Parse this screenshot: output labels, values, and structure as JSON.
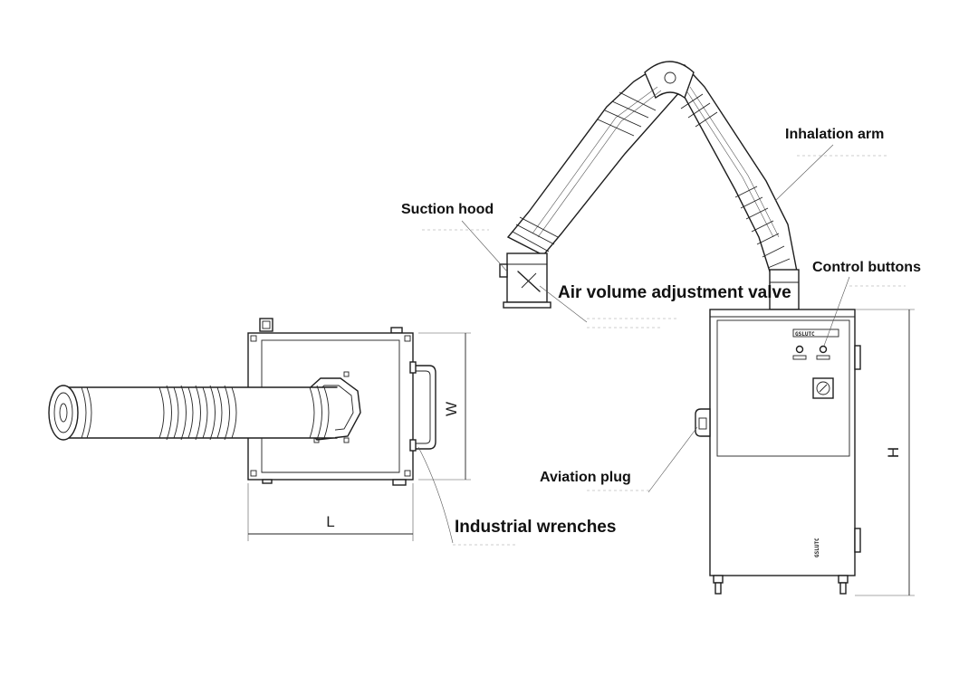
{
  "labels": {
    "inhalation_arm": "Inhalation arm",
    "suction_hood": "Suction hood",
    "air_volume_valve": "Air volume adjustment valve",
    "control_buttons": "Control buttons",
    "aviation_plug": "Aviation plug",
    "industrial_wrenches": "Industrial wrenches"
  },
  "dimensions": {
    "length": "L",
    "width": "W",
    "height": "H"
  },
  "colors": {
    "line": "#1e1e1e",
    "background": "#ffffff"
  }
}
